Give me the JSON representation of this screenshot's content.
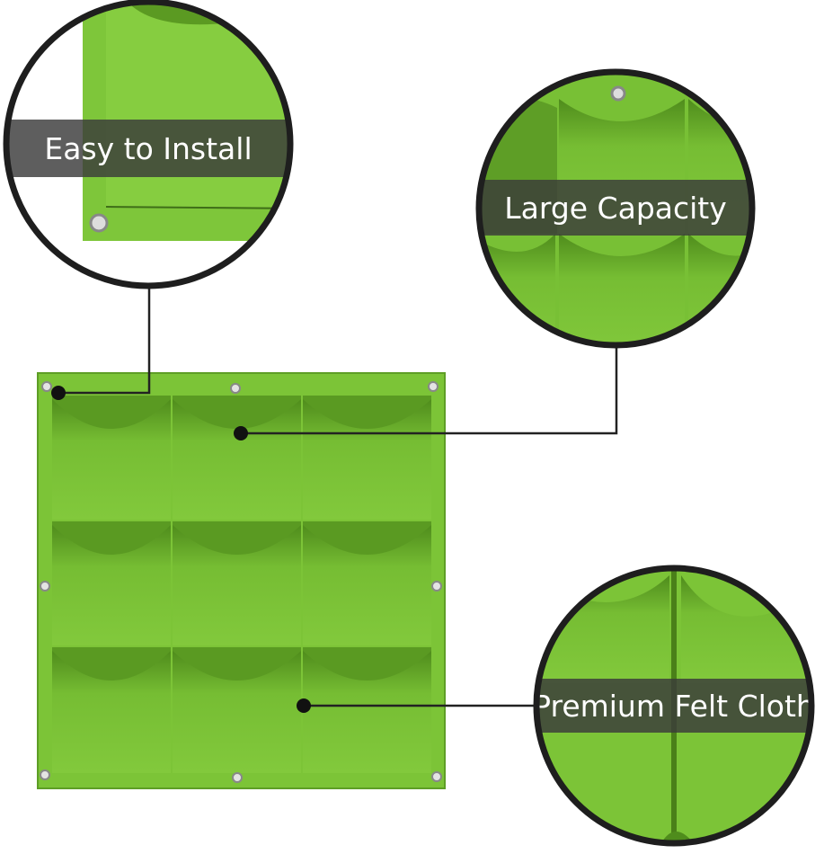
{
  "callouts": [
    {
      "label": "Easy to Install"
    },
    {
      "label": "Large Capacity"
    },
    {
      "label": "Premium Felt Cloth"
    }
  ],
  "colors": {
    "felt": "#7cc437",
    "felt_dark": "#5a9a22",
    "felt_light": "#93d64a",
    "banner": "#3b3b3b",
    "ring": "#1e1e1e"
  }
}
